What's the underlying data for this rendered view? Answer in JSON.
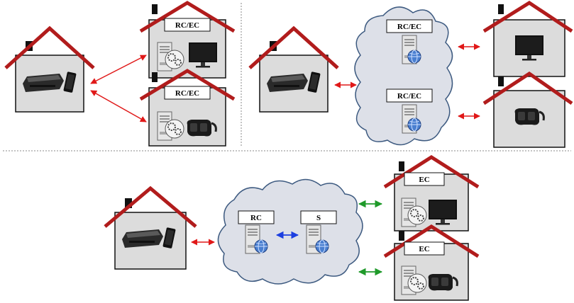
{
  "labels": {
    "rc_ec": "RC/EC",
    "rc": "RC",
    "s": "S",
    "ec": "EC"
  },
  "colors": {
    "roof": "#b11c1c",
    "house_fill": "#dcdcdc",
    "cloud_fill": "#dde0e8",
    "cloud_stroke": "#3d5a80",
    "arrow_local": "#e01818",
    "arrow_green": "#1f9a2a",
    "arrow_blue": "#1c3fe0",
    "separator": "#888888"
  },
  "icons": [
    "capture-device-icon",
    "phone-icon",
    "server-icon",
    "gears-icon",
    "globe-icon",
    "monitor-icon",
    "vr-headset-icon"
  ]
}
